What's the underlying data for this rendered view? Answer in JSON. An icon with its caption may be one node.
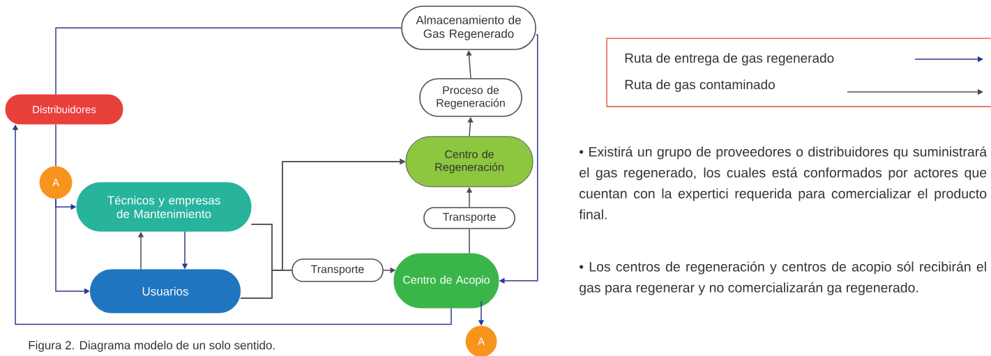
{
  "diagram": {
    "caption": "Figura 2. Diagrama modelo de un solo sentido.",
    "nodes": [
      {
        "text": [
          "Almacenamiento de Gas Regenerado"
        ]
      },
      {
        "text": [
          "Proceso de Regeneración"
        ]
      },
      {
        "text": [
          "Distribuidores"
        ]
      },
      {
        "text": [
          "Centro de Regeneración"
        ]
      },
      {
        "text": [
          "A"
        ]
      },
      {
        "text": [
          "Técnicos y empresas de Mantenimiento"
        ]
      },
      {
        "text": [
          "Transporte"
        ]
      },
      {
        "text": [
          "Usuarios"
        ]
      },
      {
        "text": [
          "Transporte"
        ]
      },
      {
        "text": [
          "Centro de Acopio"
        ]
      },
      {
        "text": [
          "A"
        ]
      }
    ],
    "edges": [
      {
        "from": 0,
        "to": 2,
        "arrow": "none",
        "color": "#2b3990"
      },
      {
        "from": 0,
        "to": 9,
        "arrow": "to",
        "color": "#2b3990"
      },
      {
        "from": 2,
        "to": 4,
        "arrow": "none",
        "color": "#2b3990"
      },
      {
        "from": 4,
        "to": 5,
        "arrow": "to",
        "color": "#2b3990"
      },
      {
        "from": 4,
        "to": 7,
        "arrow": "to",
        "color": "#2b3990"
      },
      {
        "from": 9,
        "to": 2,
        "arrow": "to",
        "color": "#2b3990"
      },
      {
        "from": 9,
        "to": 10,
        "arrow": "to",
        "color": "#2b3990"
      },
      {
        "from": 5,
        "to": 7,
        "arrow": "to",
        "color": "#2b3990"
      },
      {
        "from": 7,
        "to": 5,
        "arrow": "to"
      },
      {
        "from": 5,
        "to": 3,
        "arrow": "to"
      },
      {
        "from": 7,
        "to": 3,
        "arrow": "to"
      },
      {
        "from": 5,
        "to": 8,
        "arrow": "none"
      },
      {
        "from": 7,
        "to": 8,
        "arrow": "none"
      },
      {
        "from": 8,
        "to": 9,
        "arrow": "to"
      },
      {
        "from": 9,
        "to": 6,
        "arrow": "none"
      },
      {
        "from": 6,
        "to": 3,
        "arrow": "to"
      },
      {
        "from": 3,
        "to": 1,
        "arrow": "to"
      },
      {
        "from": 1,
        "to": 0,
        "arrow": "to"
      }
    ],
    "labels": [
      "• Existirá un grupo de proveedores o distribuidores qu suministrará el gas regenerado, los cuales está conformados por actores que cuentan con la expertici requerida para comercializar el producto final.",
      "• Los centros de regeneración y centros de acopio sól recibirán el gas para regenerar y no comercializarán ga regenerado."
    ],
    "legend": [
      {
        "text": "Ruta de entrega de gas regenerado"
      },
      {
        "text": "Ruta de gas contaminado"
      }
    ]
  }
}
